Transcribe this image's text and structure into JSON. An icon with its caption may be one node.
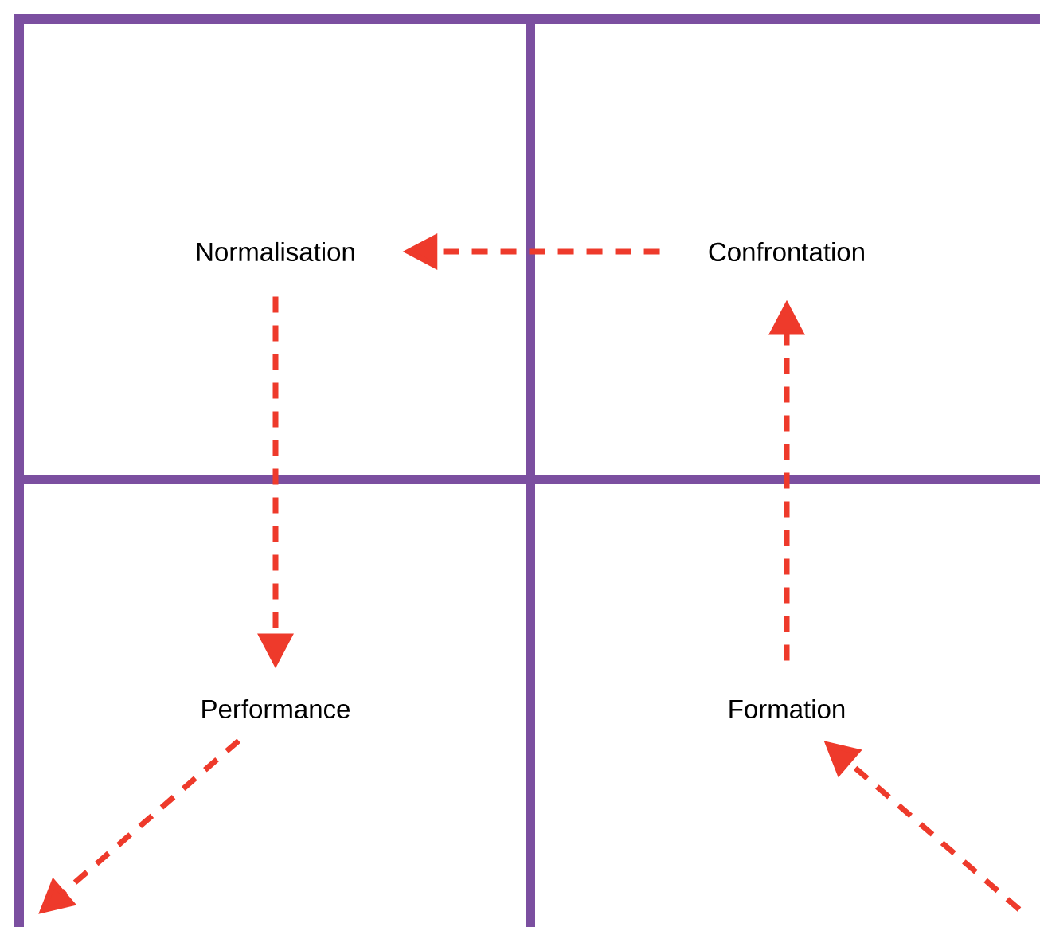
{
  "diagram": {
    "nodes": [
      {
        "text": [
          "Normalisation"
        ]
      },
      {
        "text": [
          "Confrontation"
        ]
      },
      {
        "text": [
          "Performance"
        ]
      },
      {
        "text": [
          "Formation"
        ]
      }
    ],
    "edges": [
      {
        "from": 3,
        "to": 1,
        "arrow": "to",
        "style": "dashed"
      },
      {
        "from": 1,
        "to": 0,
        "arrow": "to",
        "style": "dashed"
      },
      {
        "from": 0,
        "to": 2,
        "arrow": "to",
        "style": "dashed"
      },
      {
        "from": null,
        "to": 3,
        "arrow": "to",
        "style": "dashed"
      },
      {
        "from": 2,
        "to": null,
        "arrow": "to",
        "style": "dashed"
      }
    ]
  }
}
